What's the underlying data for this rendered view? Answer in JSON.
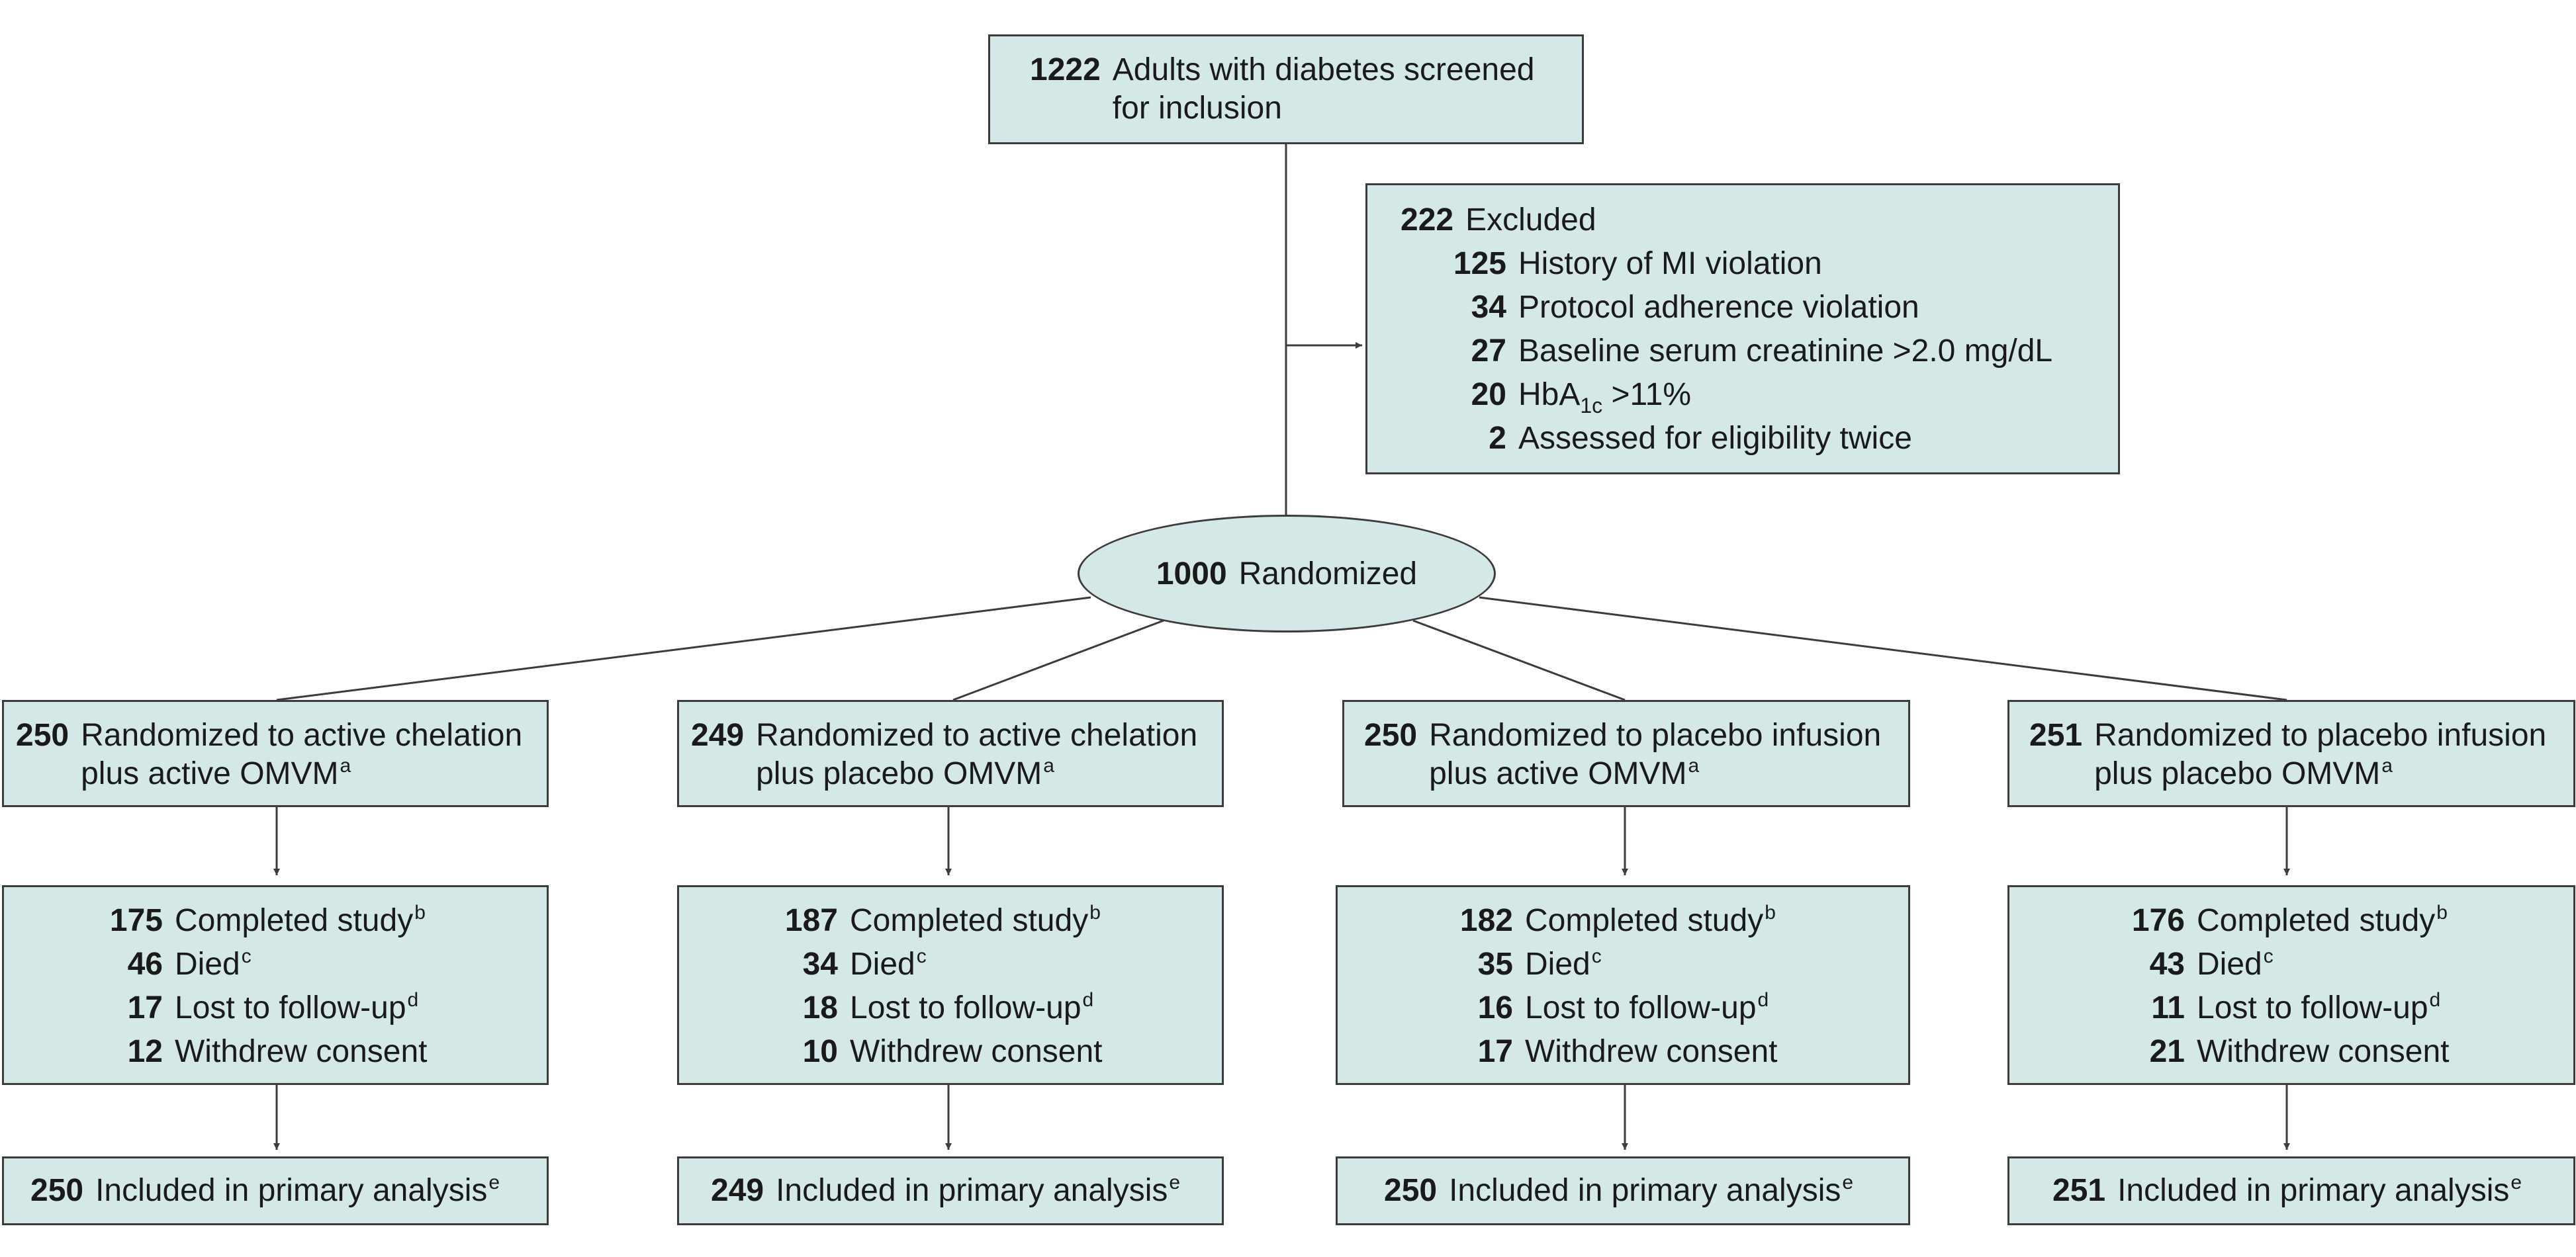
{
  "screened": {
    "count": "1222",
    "line1": "Adults with diabetes screened",
    "line2": "for inclusion"
  },
  "excluded": {
    "count": "222",
    "label": "Excluded",
    "items": [
      {
        "count": "125",
        "label": "History of MI violation"
      },
      {
        "count": "34",
        "label": "Protocol adherence violation"
      },
      {
        "count": "27",
        "label": "Baseline serum creatinine >2.0 mg/dL"
      },
      {
        "count": "20",
        "label_pre": "HbA",
        "label_sub": "1c",
        "label_post": " >11%"
      },
      {
        "count": "2",
        "label": "Assessed for eligibility twice"
      }
    ]
  },
  "randomized": {
    "count": "1000",
    "label": "Randomized"
  },
  "arms": [
    {
      "count": "250",
      "line1": "Randomized to active chelation",
      "line2": "plus active OMVM",
      "line2_sup": "a",
      "completed": "175",
      "died": "46",
      "lost": "17",
      "withdrew": "12",
      "included": "250"
    },
    {
      "count": "249",
      "line1": "Randomized to active chelation",
      "line2": "plus placebo OMVM",
      "line2_sup": "a",
      "completed": "187",
      "died": "34",
      "lost": "18",
      "withdrew": "10",
      "included": "249"
    },
    {
      "count": "250",
      "line1": "Randomized to placebo infusion",
      "line2": "plus active OMVM",
      "line2_sup": "a",
      "completed": "182",
      "died": "35",
      "lost": "16",
      "withdrew": "17",
      "included": "250"
    },
    {
      "count": "251",
      "line1": "Randomized to placebo infusion",
      "line2": "plus placebo OMVM",
      "line2_sup": "a",
      "completed": "176",
      "died": "43",
      "lost": "11",
      "withdrew": "21",
      "included": "251"
    }
  ],
  "outcome_labels": {
    "completed": "Completed study",
    "completed_sup": "b",
    "died": "Died",
    "died_sup": "c",
    "lost": "Lost to follow-up",
    "lost_sup": "d",
    "withdrew": "Withdrew consent"
  },
  "analysis": {
    "label": "Included in primary analysis",
    "sup": "e"
  },
  "colors": {
    "box_fill": "#d5e8e8",
    "box_border": "#3c3c3c",
    "line": "#3c3c3c"
  }
}
